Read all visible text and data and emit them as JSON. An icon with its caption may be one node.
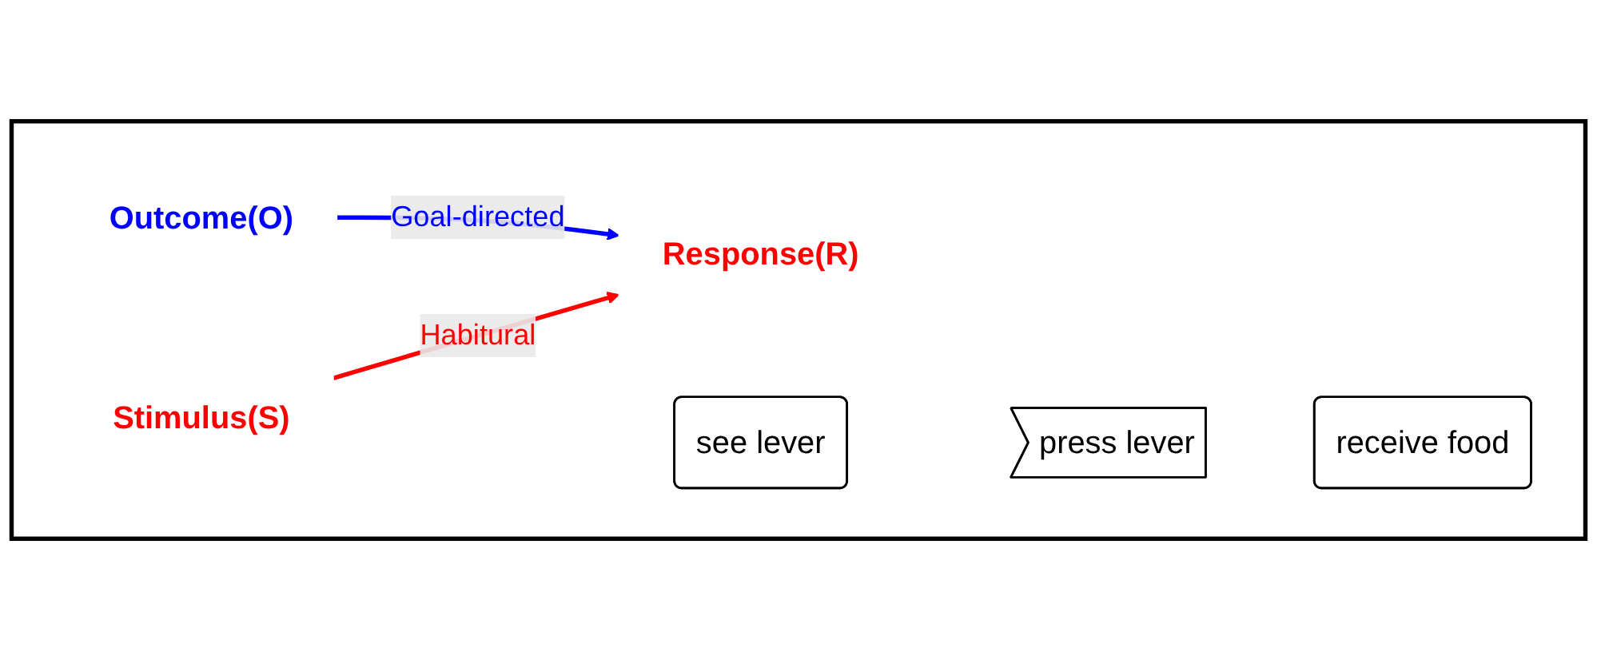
{
  "diagram": {
    "nodes": [
      {
        "text": [],
        "shape": "box"
      },
      {
        "text": [
          "Stimulus(S)"
        ],
        "in": 0
      },
      {
        "text": [
          "Response(R)"
        ],
        "in": 0
      },
      {
        "text": [
          "Outcome(O)"
        ],
        "in": 0
      },
      {
        "text": [
          "see lever"
        ],
        "in": 0
      },
      {
        "text": [
          "press lever"
        ],
        "in": 0
      },
      {
        "text": [
          "receive food"
        ],
        "in": 0
      }
    ],
    "edges": [
      {
        "from": 1,
        "to": 2,
        "arrow": "to",
        "label": "Habitural",
        "color": "#ff0000"
      },
      {
        "from": 3,
        "to": 2,
        "arrow": "to",
        "label": "Goal-directed",
        "color": "#0000ff"
      }
    ]
  }
}
